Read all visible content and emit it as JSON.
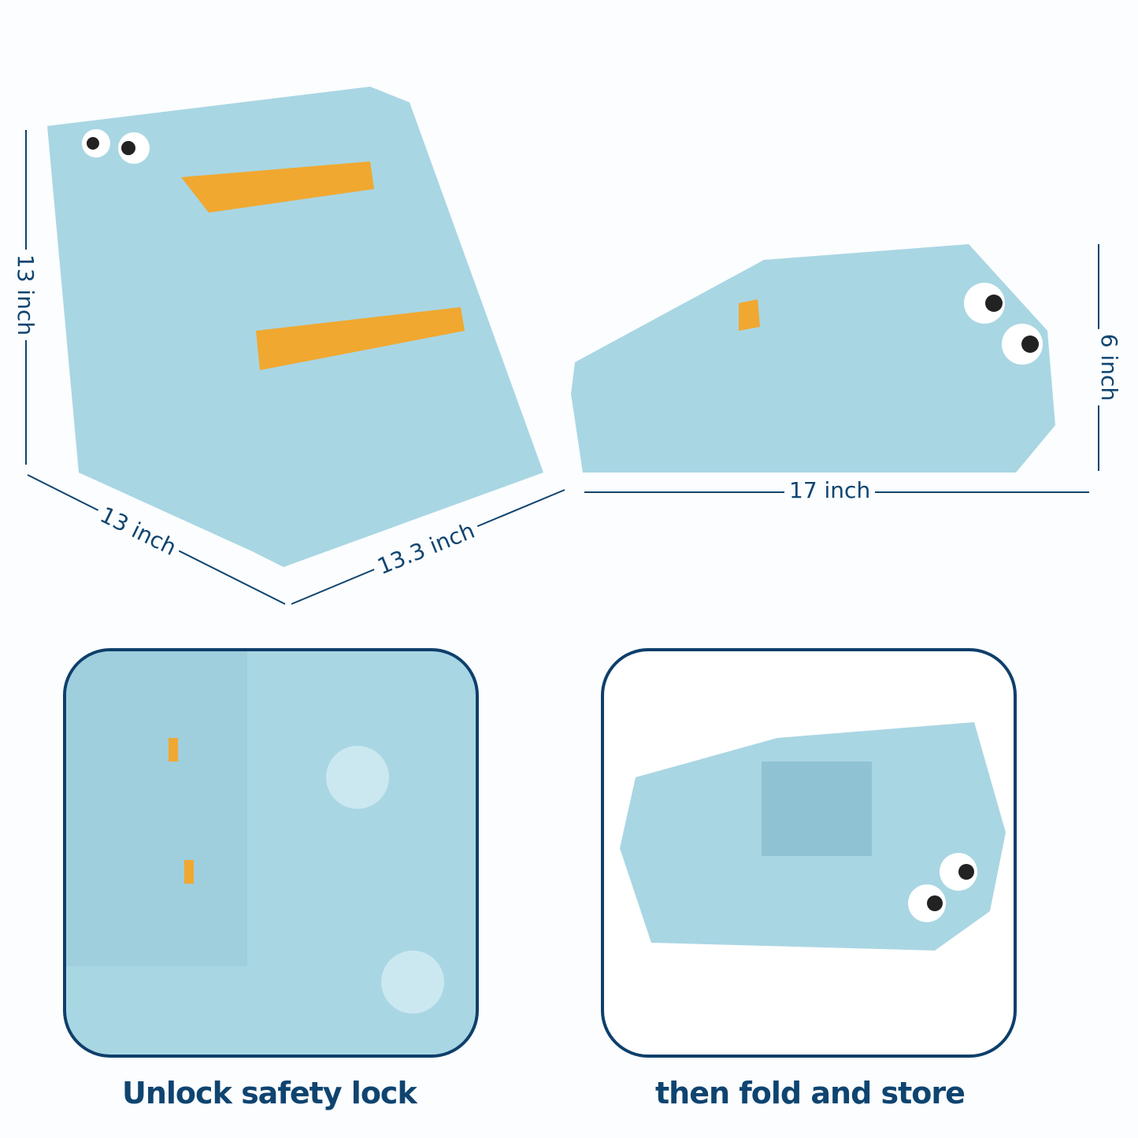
{
  "dimensions": {
    "height_unfolded": "13 inch",
    "depth": "13 inch",
    "width": "13.3 inch",
    "length_folded": "17 inch",
    "height_folded": "6 inch"
  },
  "captions": {
    "left": "Unlock safety lock",
    "right": "then fold and store"
  },
  "colors": {
    "text": "#0f4470",
    "product_blue": "#a9d6e3",
    "step_orange": "#f0a830",
    "panel_border": "#0f3f6b"
  }
}
